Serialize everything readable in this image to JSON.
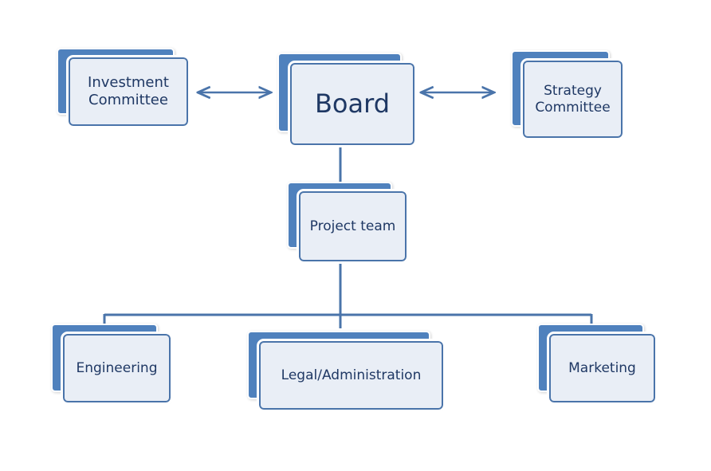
{
  "diagram": {
    "colors": {
      "accent": "#4f81bd",
      "box_fill": "#e9eef6",
      "box_border": "#4a74aa",
      "text": "#1f3864",
      "line": "#4a74aa"
    },
    "nodes": {
      "investment_committee": {
        "label": "Investment\nCommittee"
      },
      "board": {
        "label": "Board"
      },
      "strategy_committee": {
        "label": "Strategy\nCommittee"
      },
      "project_team": {
        "label": "Project team"
      },
      "engineering": {
        "label": "Engineering"
      },
      "legal_administration": {
        "label": "Legal/Administration"
      },
      "marketing": {
        "label": "Marketing"
      }
    },
    "edges": [
      {
        "from": "board",
        "to": "investment_committee",
        "type": "bidirectional-arrow"
      },
      {
        "from": "board",
        "to": "strategy_committee",
        "type": "bidirectional-arrow"
      },
      {
        "from": "board",
        "to": "project_team",
        "type": "line"
      },
      {
        "from": "project_team",
        "to": "engineering",
        "type": "line"
      },
      {
        "from": "project_team",
        "to": "legal_administration",
        "type": "line"
      },
      {
        "from": "project_team",
        "to": "marketing",
        "type": "line"
      }
    ]
  }
}
